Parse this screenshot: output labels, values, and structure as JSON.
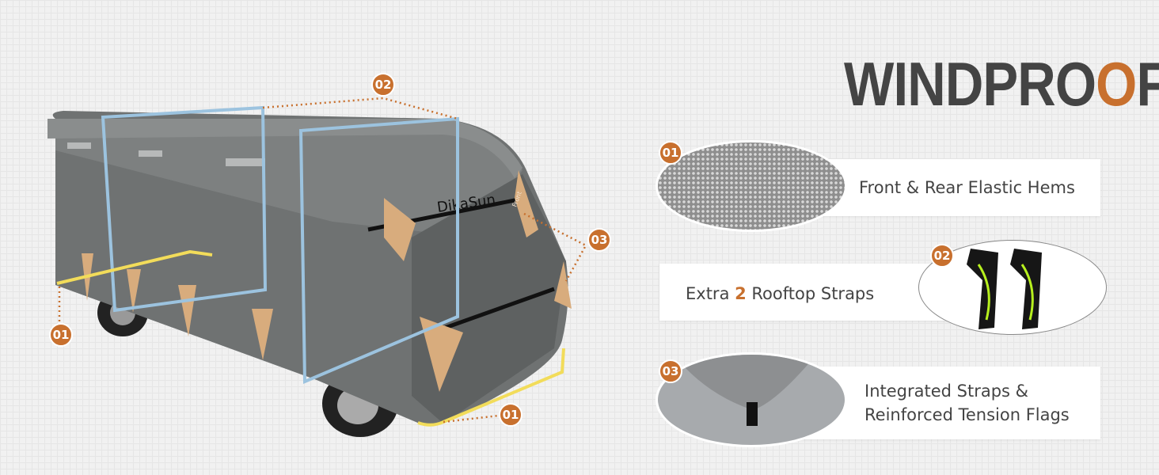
{
  "title": {
    "prefix": "WINDPRO",
    "accent": "O",
    "suffix": "F"
  },
  "brand": "DikaSun",
  "front_label": "Front",
  "badges": {
    "b02": "02",
    "b03": "03",
    "b01a": "01",
    "b01b": "01"
  },
  "features": [
    {
      "badge": "01",
      "text": "Front & Rear Elastic Hems"
    },
    {
      "badge": "02",
      "text_pre": "Extra ",
      "text_num": "2",
      "text_post": " Rooftop Straps"
    },
    {
      "badge": "03",
      "line1": "Integrated Straps &",
      "line2": "Reinforced Tension Flags"
    }
  ],
  "colors": {
    "accent": "#c8702e",
    "text": "#444444",
    "frame": "#9cc3df",
    "hem": "#f2dc5a"
  }
}
